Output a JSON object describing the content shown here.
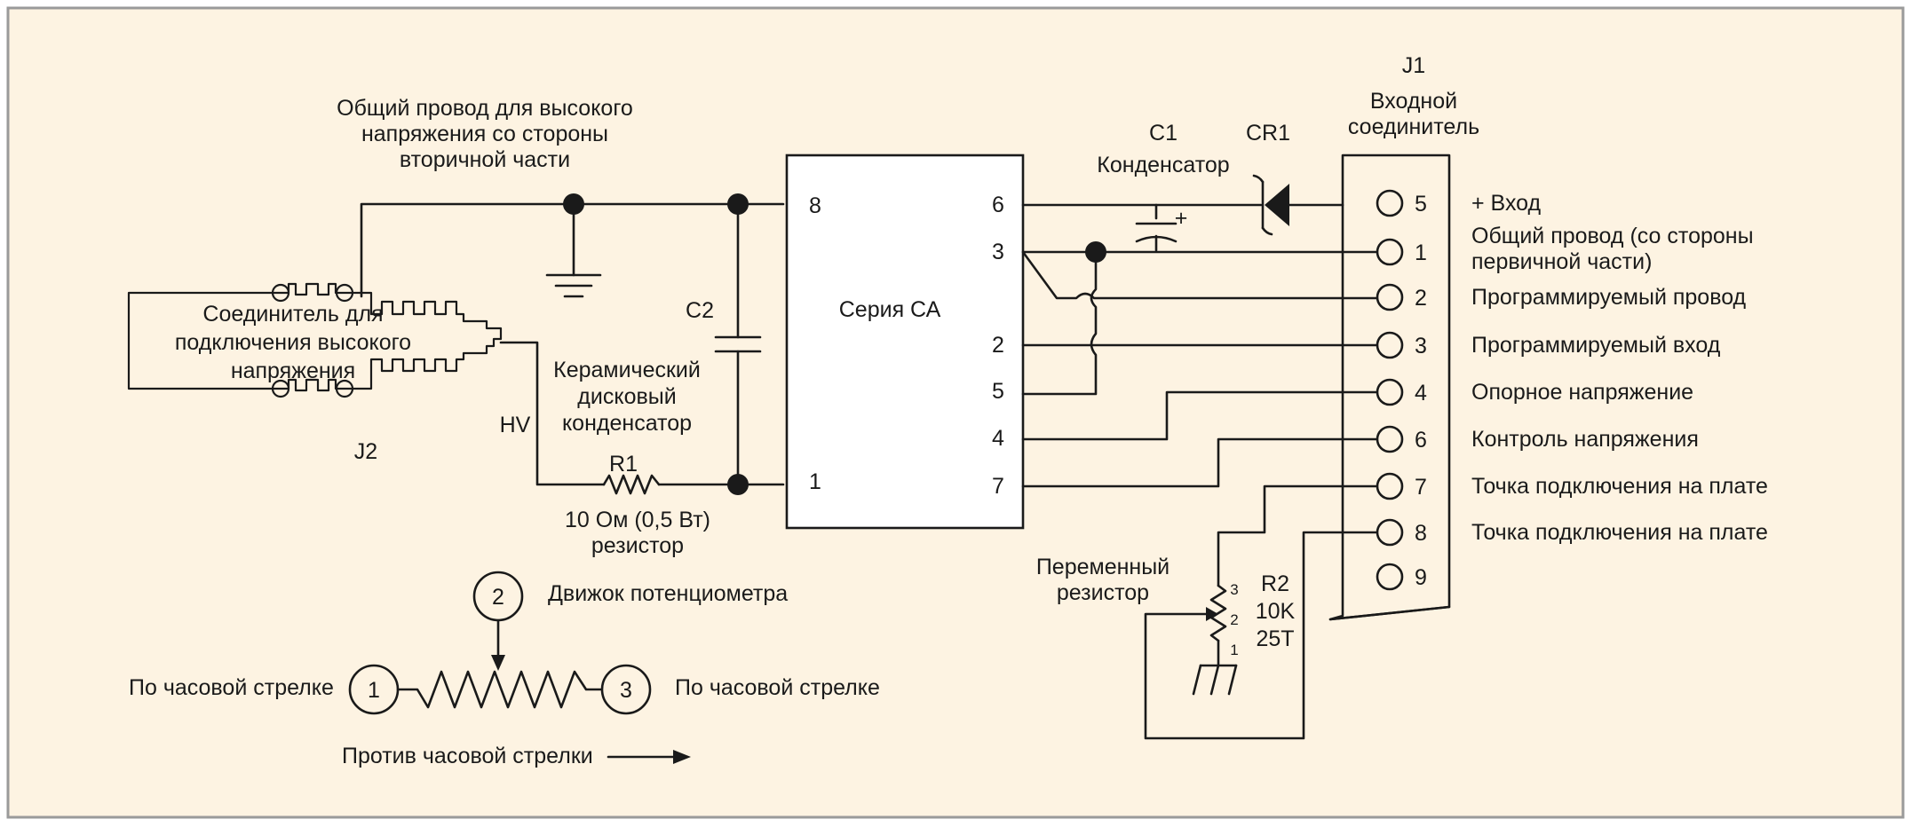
{
  "colors": {
    "background": "#fdf3e2",
    "border": "#9a9a9a",
    "ink": "#1a1a1a"
  },
  "labels": {
    "hv_common": [
      "Общий провод для высокого",
      "напряжения со стороны",
      "вторичной части"
    ],
    "j2_connector": [
      "Соединитель для",
      "подключения высокого",
      "напряжения"
    ],
    "j2": "J2",
    "hv": "HV",
    "c2": "C2",
    "ceramic": [
      "Керамический",
      "дисковый",
      "конденсатор"
    ],
    "r1": "R1",
    "r1_value": [
      "10 Ом (0,5 Вт)",
      "резистор"
    ],
    "ic_name": "Серия СА",
    "c1": [
      "C1",
      "Конденсатор"
    ],
    "cr1": "CR1",
    "plus": "+",
    "j1": [
      "J1",
      "Входной",
      "соединитель"
    ],
    "variable_resistor": [
      "Переменный",
      "резистор"
    ],
    "r2": [
      "R2",
      "10K",
      "25T"
    ]
  },
  "ic_pins": {
    "left": [
      "8",
      "1"
    ],
    "right": [
      "6",
      "3",
      "2",
      "5",
      "4",
      "7"
    ]
  },
  "pot_pins": [
    "3",
    "2",
    "1"
  ],
  "j1_pins": [
    {
      "num": "5",
      "label": "+ Вход"
    },
    {
      "num": "1",
      "label": "Общий провод (со стороны\nпервичной части)"
    },
    {
      "num": "2",
      "label": "Программируемый провод"
    },
    {
      "num": "3",
      "label": "Программируемый вход"
    },
    {
      "num": "4",
      "label": "Опорное напряжение"
    },
    {
      "num": "6",
      "label": "Контроль напряжения"
    },
    {
      "num": "7",
      "label": "Точка подключения на плате"
    },
    {
      "num": "8",
      "label": "Точка подключения на плате"
    },
    {
      "num": "9",
      "label": ""
    }
  ],
  "legend": {
    "wiper_num": "2",
    "wiper_label": "Движок потенциометра",
    "left_num": "1",
    "left_label": "По часовой стрелке",
    "right_num": "3",
    "right_label": "По часовой стрелке",
    "direction_label": "Против часовой стрелки"
  }
}
